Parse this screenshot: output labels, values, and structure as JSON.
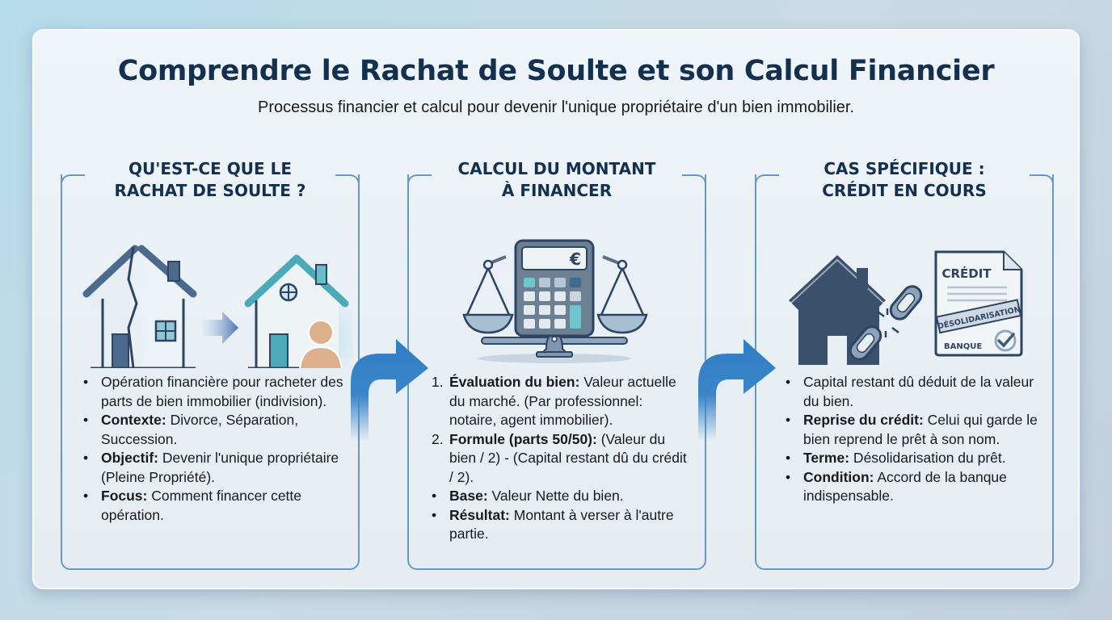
{
  "header": {
    "title": "Comprendre le Rachat de Soulte et son Calcul Financier",
    "subtitle": "Processus financier et calcul pour devenir l'unique propriétaire d'un bien immobilier."
  },
  "colors": {
    "title": "#14304f",
    "card_border": "#6a98c4",
    "arrow": "#2f7dc4",
    "accent_teal": "#5cc0cc"
  },
  "cards": [
    {
      "title_line1": "QU'EST-CE QUE LE",
      "title_line2": "RACHAT DE SOULTE ?",
      "illustration": "split-house-to-owner-icon",
      "items": [
        {
          "marker": "•",
          "bold": "",
          "text": "Opération financière pour racheter des parts de bien immobilier (indivision)."
        },
        {
          "marker": "•",
          "bold": "Contexte:",
          "text": " Divorce, Séparation, Succession."
        },
        {
          "marker": "•",
          "bold": "Objectif:",
          "text": " Devenir l'unique propriétaire (Pleine Propriété)."
        },
        {
          "marker": "•",
          "bold": "Focus:",
          "text": " Comment financer cette opération."
        }
      ]
    },
    {
      "title_line1": "CALCUL DU MONTANT",
      "title_line2": "À FINANCER",
      "illustration": "calculator-scale-icon",
      "calculator_symbol": "€",
      "items": [
        {
          "marker": "1.",
          "bold": "Évaluation du bien:",
          "text": " Valeur actuelle du marché. (Par professionnel: notaire, agent immobilier)."
        },
        {
          "marker": "2.",
          "bold": "Formule (parts 50/50):",
          "text": " (Valeur du bien / 2) - (Capital restant dû du crédit / 2)."
        },
        {
          "marker": "•",
          "bold": "Base:",
          "text": " Valeur Nette du bien."
        },
        {
          "marker": "•",
          "bold": "Résultat:",
          "text": " Montant à verser à l'autre partie."
        }
      ]
    },
    {
      "title_line1": "CAS SPÉCIFIQUE :",
      "title_line2": "CRÉDIT EN COURS",
      "illustration": "house-broken-chain-credit-icon",
      "doc_title": "CRÉDIT",
      "doc_stamp": "DÉSOLIDARISATION",
      "doc_footer": "BANQUE",
      "items": [
        {
          "marker": "•",
          "bold": "",
          "text": "Capital restant dû déduit de la valeur du bien."
        },
        {
          "marker": "•",
          "bold": "Reprise du crédit:",
          "text": " Celui qui garde le bien reprend le prêt à son nom."
        },
        {
          "marker": "•",
          "bold": "Terme:",
          "text": " Désolidarisation du prêt."
        },
        {
          "marker": "•",
          "bold": "Condition:",
          "text": " Accord de la banque indispensable."
        }
      ]
    }
  ]
}
